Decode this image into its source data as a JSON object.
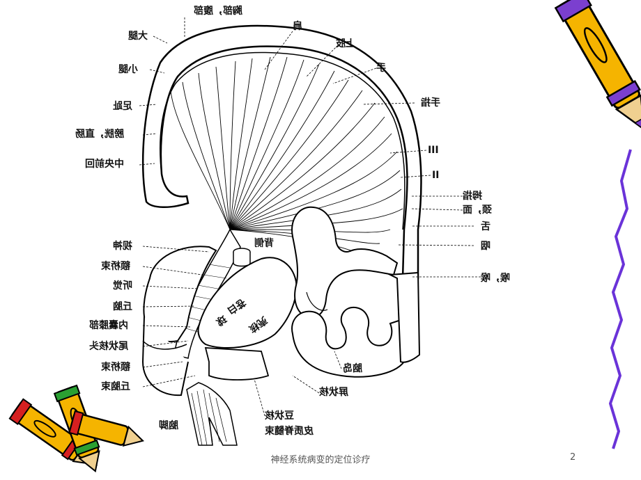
{
  "diagram": {
    "labels": {
      "head_neck": "胸部，腹部",
      "big_leg": "大腿",
      "small_leg": "小腿",
      "foot_toe": "足趾",
      "bladder_rectum": "膀胱，直肠",
      "precentral_gyrus": "中央前回",
      "shoulder": "肩",
      "upper_arm": "上肢",
      "hand": "手",
      "finger": "手指",
      "III": "III",
      "II": "II",
      "thumb": "拇指",
      "face": "颈，面",
      "tongue": "舌",
      "swallow": "咽",
      "larynx": "喉，喉",
      "thalamus_label": "背侧",
      "sensory_tract": "视神",
      "corticospinal_a": "额桥束",
      "auditory": "听觉",
      "caudate": "丘脑",
      "internal_capsule": "内囊膝部",
      "tail": "尾状核头",
      "frontopontine": "额桥束",
      "thalamus_b": "丘脑束",
      "putamen_a": "苍白",
      "putamen_b": "球",
      "putamen_c": "壳核",
      "insula": "脑岛",
      "claustrum": "屏状核",
      "lentiform": "豆状核",
      "corticospinal_b": "皮质脊髓束",
      "cerebral_peduncle": "脑脚"
    }
  },
  "footer": {
    "title": "神经系统病变的定位诊疗",
    "page_number": "2"
  }
}
